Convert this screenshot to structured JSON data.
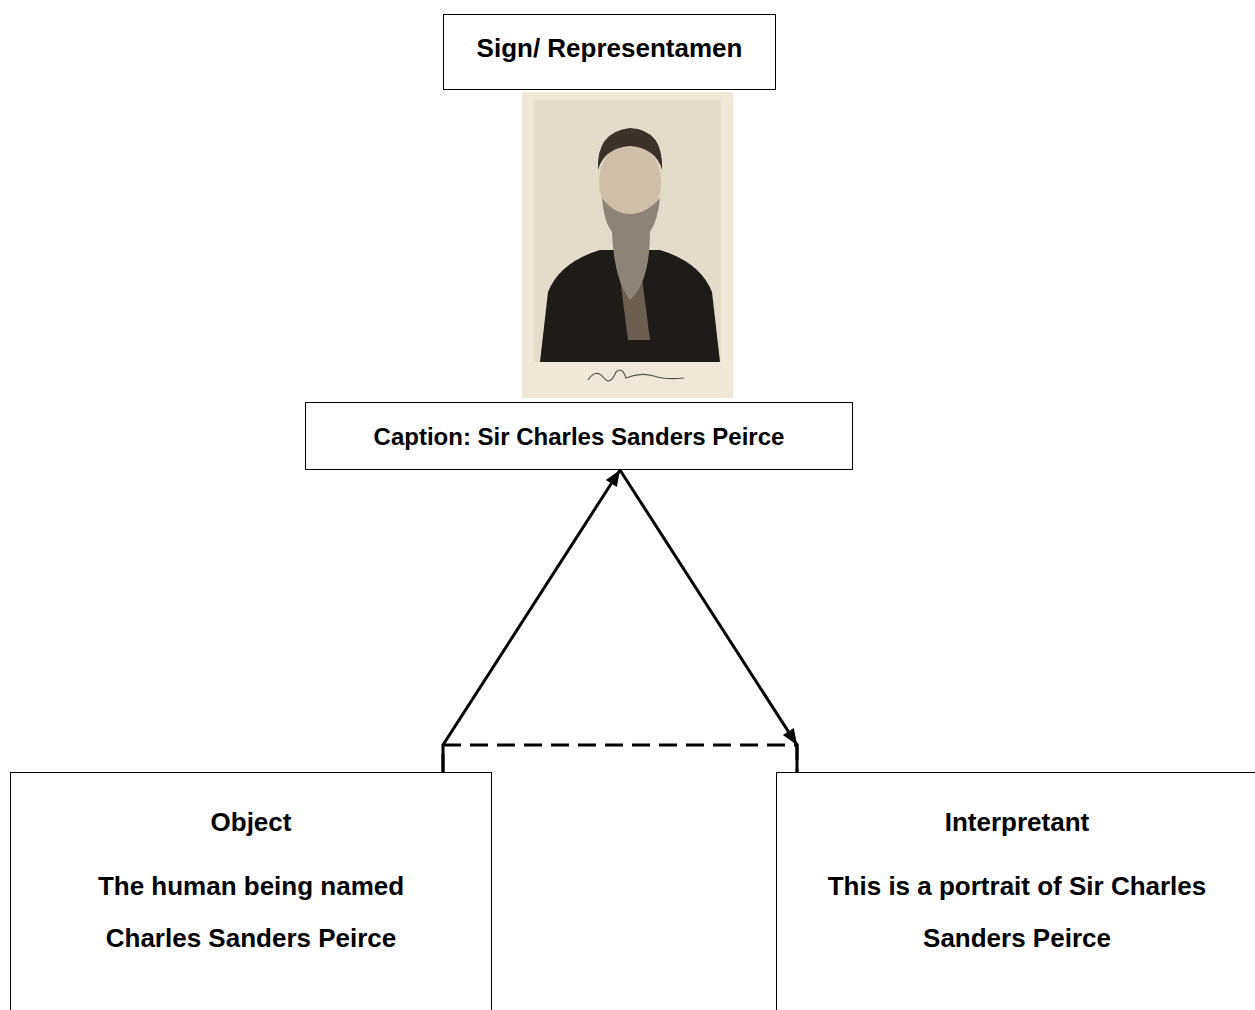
{
  "diagram": {
    "nodes": [
      {
        "text": [
          "Sign/ Representamen"
        ]
      },
      {
        "text": [
          "Caption: Sir Charles Sanders Peirce"
        ]
      },
      {
        "text": [
          "Object",
          "The human being named Charles Sanders Peirce"
        ]
      },
      {
        "text": [
          "Interpretant",
          "This is a portrait of Sir Charles Sanders Peirce"
        ]
      }
    ],
    "edges": [
      {
        "from": 2,
        "to": 1,
        "arrow": "to"
      },
      {
        "from": 1,
        "to": 3,
        "arrow": "to"
      },
      {
        "from": 2,
        "to": 3,
        "arrow": "none"
      }
    ]
  }
}
